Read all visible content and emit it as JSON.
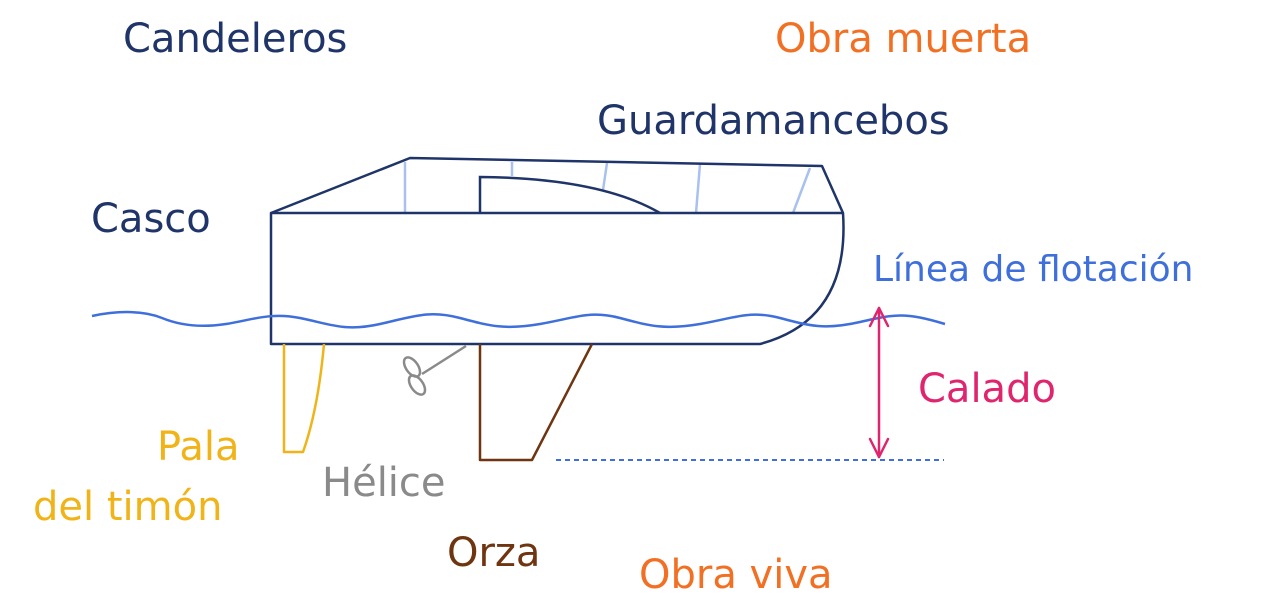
{
  "labels": {
    "candeleros": "Candeleros",
    "obra_muerta": "Obra muerta",
    "guardamancebos": "Guardamancebos",
    "casco": "Casco",
    "linea_flotacion": "Línea de flotación",
    "calado": "Calado",
    "pala_timon_1": "Pala",
    "pala_timon_2": "del timón",
    "helice": "Hélice",
    "orza": "Orza",
    "obra_viva": "Obra viva"
  },
  "colors": {
    "navy": "#1f3468",
    "orange": "#f27023",
    "waterline_blue": "#3e6fdb",
    "stanchion_light_blue": "#a9c1ee",
    "draft_pink": "#e0256f",
    "rudder_yellow": "#f0b419",
    "propeller_gray": "#8a8a8a",
    "keel_brown": "#6f3510"
  }
}
